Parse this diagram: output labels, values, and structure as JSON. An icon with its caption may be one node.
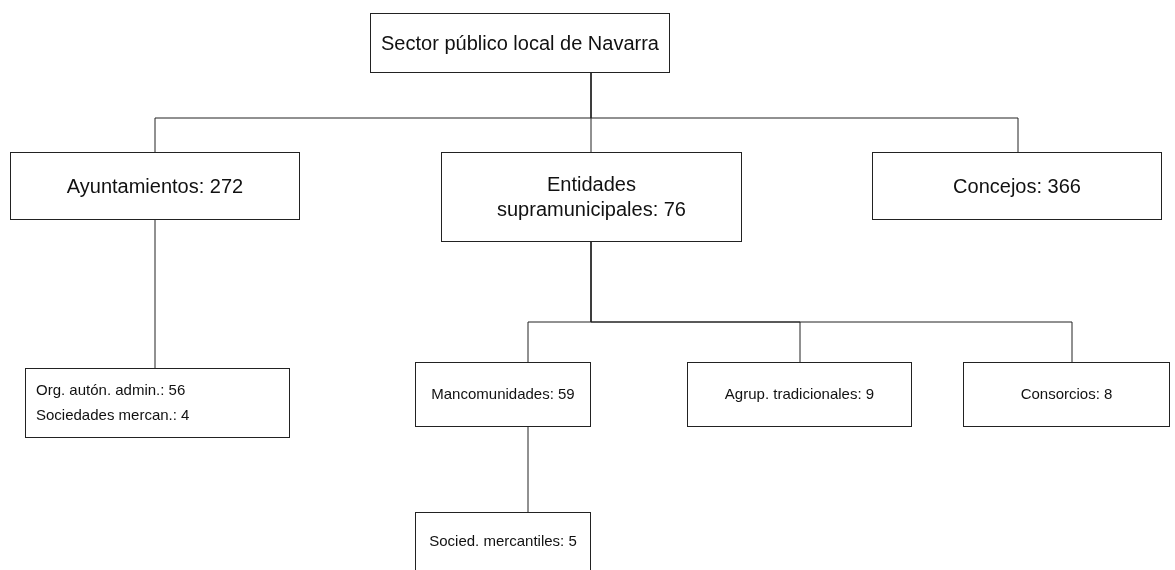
{
  "diagram": {
    "nodes": [
      {
        "text": [
          "Sector público local de Navarra"
        ]
      },
      {
        "text": [
          "Ayuntamientos: 272"
        ]
      },
      {
        "text": [
          "Entidades supramunicipales: 76"
        ]
      },
      {
        "text": [
          "Concejos: 366"
        ]
      },
      {
        "text": [
          "Org. autón. admin.: 56",
          "Sociedades mercan.: 4"
        ]
      },
      {
        "text": [
          "Mancomunidades: 59"
        ]
      },
      {
        "text": [
          "Agrup. tradicionales: 9"
        ]
      },
      {
        "text": [
          "Consorcios: 8"
        ]
      },
      {
        "text": [
          "Socied. mercantiles: 5"
        ]
      }
    ],
    "edges": [
      {
        "from": 0,
        "to": 1,
        "arrow": "none"
      },
      {
        "from": 0,
        "to": 2,
        "arrow": "none"
      },
      {
        "from": 0,
        "to": 3,
        "arrow": "none"
      },
      {
        "from": 1,
        "to": 4,
        "arrow": "none"
      },
      {
        "from": 2,
        "to": 5,
        "arrow": "none"
      },
      {
        "from": 2,
        "to": 6,
        "arrow": "none"
      },
      {
        "from": 2,
        "to": 7,
        "arrow": "none"
      },
      {
        "from": 5,
        "to": 8,
        "arrow": "none"
      }
    ]
  }
}
